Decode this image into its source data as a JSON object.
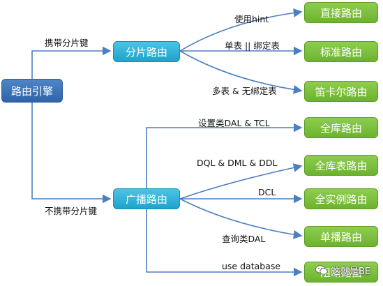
{
  "root": {
    "label": "路由引擎"
  },
  "branches": [
    {
      "edge_label": "携带分片键",
      "node": "分片路由",
      "children": [
        {
          "edge_label": "使用hint",
          "node": "直接路由"
        },
        {
          "edge_label": "单表 || 绑定表",
          "node": "标准路由"
        },
        {
          "edge_label": "多表 & 无绑定表",
          "node": "笛卡尔路由"
        }
      ]
    },
    {
      "edge_label": "不携带分片键",
      "node": "广播路由",
      "children": [
        {
          "edge_label": "设置类DAL & TCL",
          "node": "全库路由"
        },
        {
          "edge_label": "DQL & DML & DDL",
          "node": "全库表路由"
        },
        {
          "edge_label": "DCL",
          "node": "全实例路由"
        },
        {
          "edge_label": "查询类DAL",
          "node": "单播路由"
        },
        {
          "edge_label": "use database",
          "node": "阻断路由"
        }
      ]
    }
  ],
  "watermark": {
    "text": "这就是BE",
    "icon": "wechat-icon"
  },
  "colors": {
    "root": "#3a73b8",
    "mid": "#2bb0d8",
    "leaf": "#7abf3a",
    "arrow": "#4a7fc1"
  }
}
